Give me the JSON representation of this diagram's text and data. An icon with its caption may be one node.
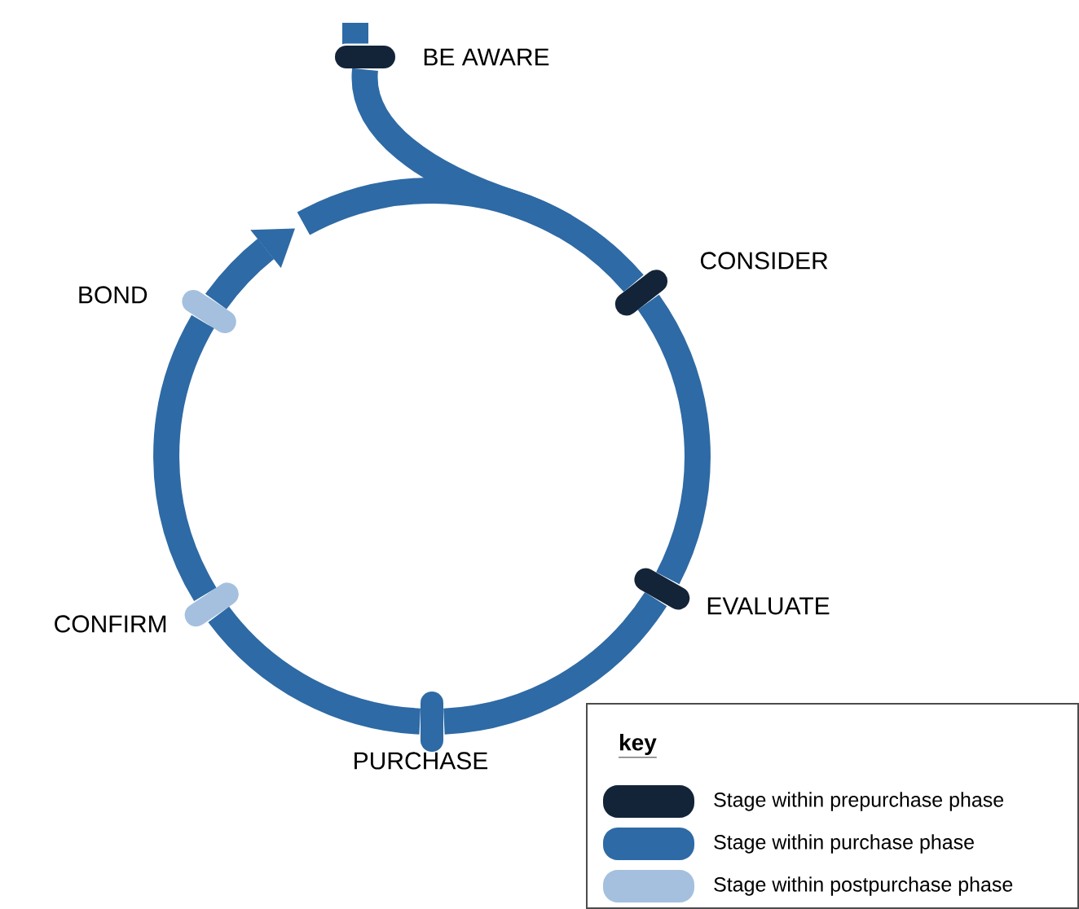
{
  "diagram": {
    "nodes": [
      {
        "text": [],
        "shape": "bar",
        "beside": [
          "BE AWARE"
        ]
      },
      {
        "text": [],
        "shape": "bar",
        "beside": [
          "CONSIDER"
        ]
      },
      {
        "text": [],
        "shape": "bar",
        "beside": [
          "EVALUATE"
        ]
      },
      {
        "text": [],
        "shape": "bar",
        "beside": [
          "PURCHASE"
        ]
      },
      {
        "text": [],
        "shape": "bar",
        "beside": [
          "CONFIRM"
        ]
      },
      {
        "text": [],
        "shape": "bar",
        "beside": [
          "BOND"
        ]
      }
    ],
    "edges": [
      {
        "from": 0,
        "to": 1,
        "arrow": "none"
      },
      {
        "from": 1,
        "to": 2,
        "arrow": "none"
      },
      {
        "from": 2,
        "to": 3,
        "arrow": "none"
      },
      {
        "from": 3,
        "to": 4,
        "arrow": "none"
      },
      {
        "from": 4,
        "to": 5,
        "arrow": "none"
      },
      {
        "from": 5,
        "to": null,
        "arrow": "to"
      }
    ],
    "labels": [
      "key"
    ],
    "legend": [
      {
        "text": "Stage within prepurchase phase",
        "color": "#132438"
      },
      {
        "text": "Stage within purchase phase",
        "color": "#2e6aa5"
      },
      {
        "text": "Stage within postpurchase phase",
        "color": "#a4c0de"
      }
    ]
  }
}
